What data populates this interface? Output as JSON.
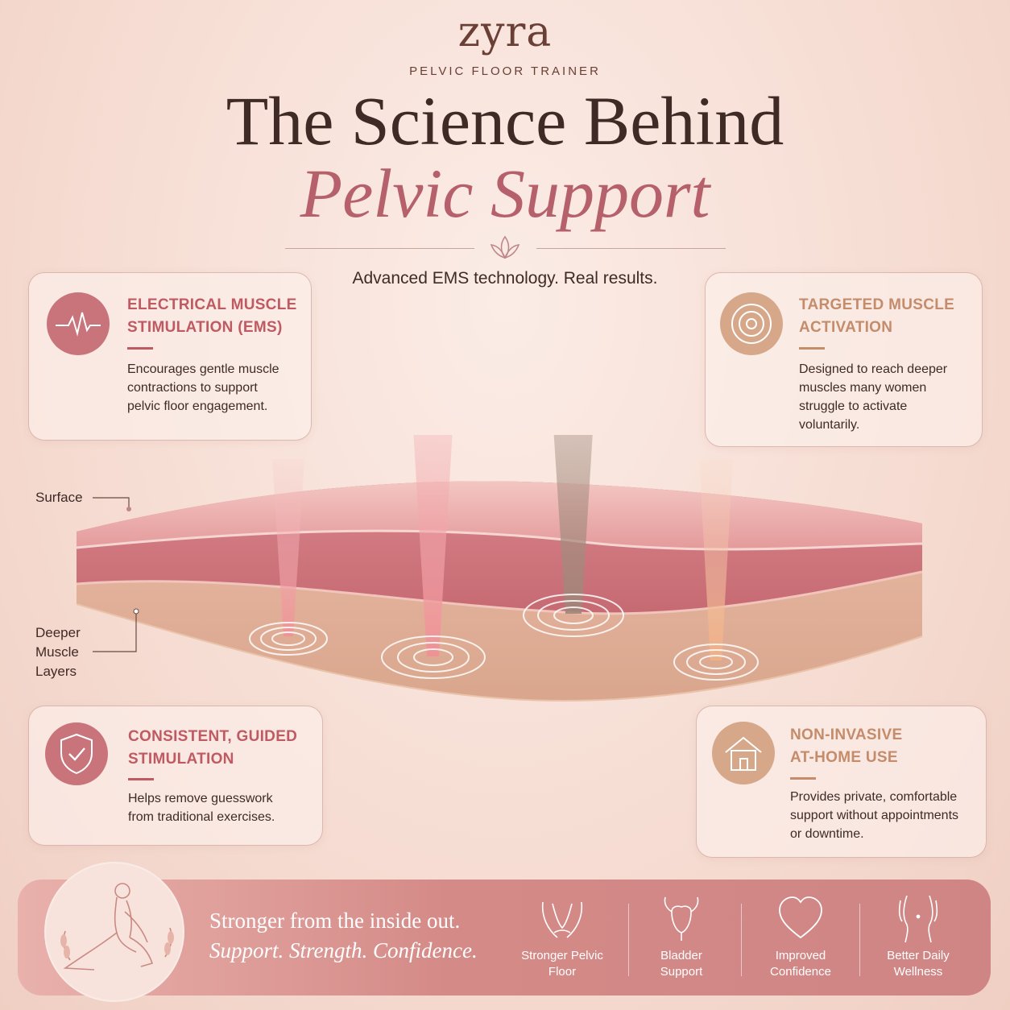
{
  "header": {
    "logo": "zyra",
    "logo_subtitle": "PELVIC FLOOR TRAINER",
    "title_line1": "The Science Behind",
    "title_line2": "Pelvic Support",
    "tagline": "Advanced EMS technology. Real results."
  },
  "cards": {
    "ems": {
      "title1": "ELECTRICAL MUSCLE",
      "title2": "STIMULATION (EMS)",
      "body1": "Encourages gentle muscle",
      "body2": "contractions to support",
      "body3": "pelvic floor engagement.",
      "icon": "heartbeat-icon"
    },
    "targeted": {
      "title1": "TARGETED MUSCLE",
      "title2": "ACTIVATION",
      "body1": "Designed to reach deeper",
      "body2": "muscles many women",
      "body3": "struggle to activate",
      "body4": "voluntarily.",
      "icon": "target-icon"
    },
    "guided": {
      "title1": "CONSISTENT, GUIDED",
      "title2": "STIMULATION",
      "body1": "Helps remove guesswork",
      "body2": "from traditional exercises.",
      "icon": "shield-check-icon"
    },
    "noninvasive": {
      "title1": "NON-INVASIVE",
      "title2": "AT-HOME USE",
      "body1": "Provides private, comfortable",
      "body2": "support without appointments",
      "body3": "or downtime.",
      "icon": "home-icon"
    }
  },
  "illustration": {
    "label_surface": "Surface",
    "label_deeper1": "Deeper",
    "label_deeper2": "Muscle",
    "label_deeper3": "Layers"
  },
  "footer": {
    "line1": "Stronger from the inside out.",
    "line2": "Support. Strength. Confidence.",
    "benefits": [
      {
        "l1": "Stronger Pelvic",
        "l2": "Floor",
        "icon": "pelvis-icon"
      },
      {
        "l1": "Bladder",
        "l2": "Support",
        "icon": "bladder-icon"
      },
      {
        "l1": "Improved",
        "l2": "Confidence",
        "icon": "heart-icon"
      },
      {
        "l1": "Better Daily",
        "l2": "Wellness",
        "icon": "torso-icon"
      }
    ]
  },
  "colors": {
    "rose": "#c05a62",
    "tan": "#c48c6b",
    "dark": "#3f2a26",
    "banner": "#d48a87"
  }
}
